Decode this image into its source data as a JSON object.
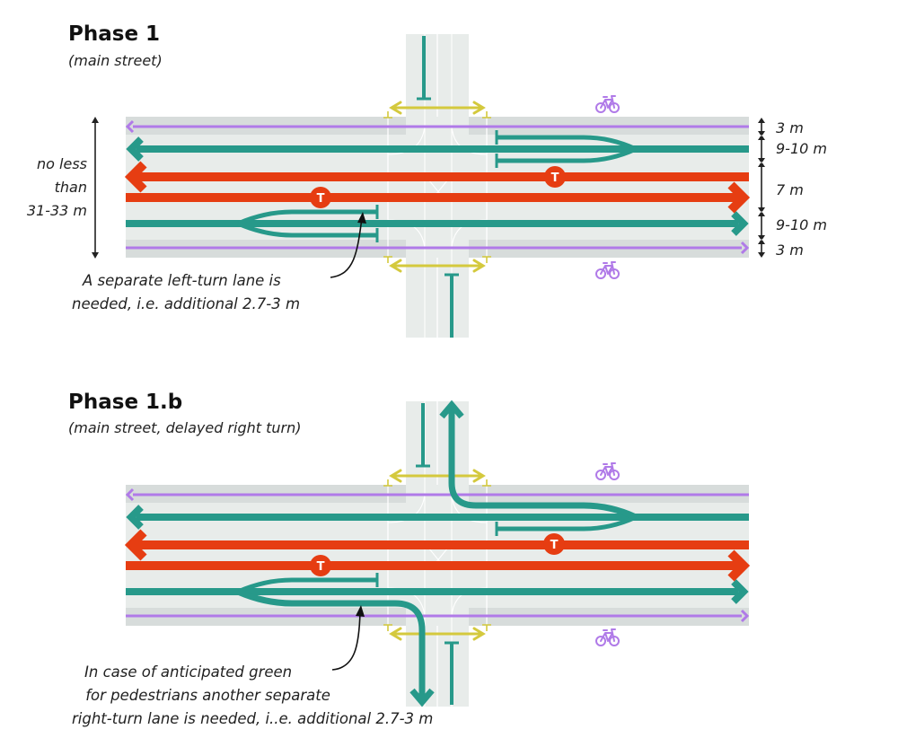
{
  "colors": {
    "road": "#e8ecea",
    "bike_lane": "#d7dcdb",
    "tram": "#e63d12",
    "car": "#27998a",
    "bike": "#b07ae8",
    "pedestrian": "#d4c93d",
    "marking": "#ffffff",
    "text": "#222222"
  },
  "phases": [
    {
      "title": "Phase 1",
      "subtitle": "(main street)",
      "tram_symbol": "T",
      "dimensions": {
        "total": {
          "line1": "no less",
          "line2": "than",
          "line3": "31-33 m"
        },
        "bike_top": "3 m",
        "car_top": "9-10 m",
        "tram": "7 m",
        "car_bottom": "9-10 m",
        "bike_bottom": "3 m"
      },
      "annotation": {
        "lines": [
          "A separate left-turn lane is",
          "needed, i.e. additional 2.7-3 m"
        ]
      },
      "icons": [
        "bicycle-icon-top",
        "bicycle-icon-bottom"
      ]
    },
    {
      "title": "Phase 1.b",
      "subtitle": "(main street, delayed right turn)",
      "tram_symbol": "T",
      "annotation": {
        "lines": [
          "In case of anticipated green",
          " for pedestrians another separate",
          "right-turn lane is needed, i..e. additional 2.7-3 m"
        ]
      },
      "icons": [
        "bicycle-icon-top",
        "bicycle-icon-bottom"
      ]
    }
  ]
}
